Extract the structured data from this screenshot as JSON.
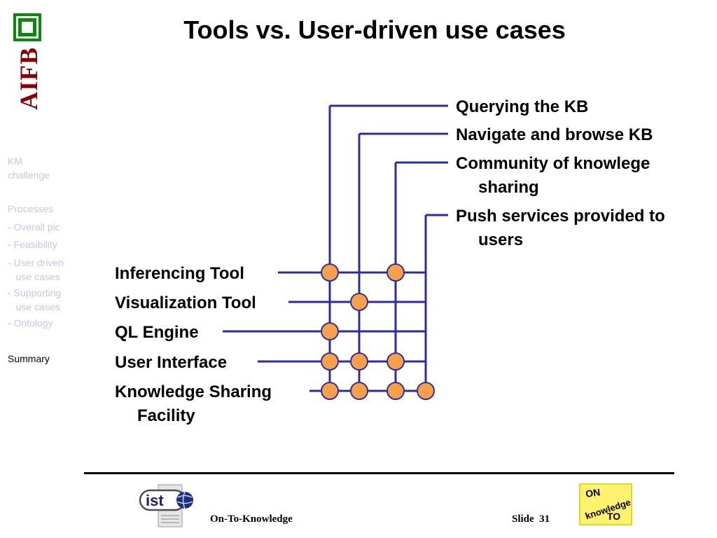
{
  "logo": {
    "text": "AIFB",
    "icon": "aifb-square-logo"
  },
  "title": "Tools vs. User-driven use cases",
  "sidebar": {
    "items": [
      {
        "label": "KM\nchallenge",
        "active": false
      },
      {
        "label": "Processes",
        "active": false
      },
      {
        "label": "- Overall pic",
        "active": false
      },
      {
        "label": "- Feasibility",
        "active": false
      },
      {
        "label": "- User driven\n   use cases",
        "active": false
      },
      {
        "label": "- Supporting\n   use cases",
        "active": false
      },
      {
        "label": "- Ontology",
        "active": false
      },
      {
        "label": "Summary",
        "active": true
      }
    ]
  },
  "diagram": {
    "use_cases": [
      {
        "id": "querying",
        "lines": [
          "Querying the KB"
        ]
      },
      {
        "id": "navigate",
        "lines": [
          "Navigate and browse KB"
        ]
      },
      {
        "id": "community",
        "lines": [
          "Community of knowlege",
          "sharing"
        ]
      },
      {
        "id": "push",
        "lines": [
          "Push services provided to",
          "users"
        ]
      }
    ],
    "tools": [
      {
        "id": "inferencing",
        "lines": [
          "Inferencing Tool"
        ]
      },
      {
        "id": "visualization",
        "lines": [
          "Visualization Tool"
        ]
      },
      {
        "id": "ql",
        "lines": [
          "QL Engine"
        ]
      },
      {
        "id": "ui",
        "lines": [
          "User Interface"
        ]
      },
      {
        "id": "ksf",
        "lines": [
          "Knowledge Sharing",
          "Facility"
        ]
      }
    ],
    "connections": [
      {
        "tool": "inferencing",
        "use_case": "querying"
      },
      {
        "tool": "inferencing",
        "use_case": "community"
      },
      {
        "tool": "visualization",
        "use_case": "navigate"
      },
      {
        "tool": "ql",
        "use_case": "querying"
      },
      {
        "tool": "ui",
        "use_case": "querying"
      },
      {
        "tool": "ui",
        "use_case": "navigate"
      },
      {
        "tool": "ui",
        "use_case": "community"
      },
      {
        "tool": "ksf",
        "use_case": "querying"
      },
      {
        "tool": "ksf",
        "use_case": "navigate"
      },
      {
        "tool": "ksf",
        "use_case": "community"
      },
      {
        "tool": "ksf",
        "use_case": "push"
      }
    ],
    "colors": {
      "line": "#2b2ba8",
      "node_fill": "#f7a04a",
      "node_stroke": "#3030a0"
    }
  },
  "footer": {
    "left": "On-To-Knowledge",
    "right": "Slide  31",
    "ist_logo": {
      "text": "ist",
      "icon": "ist-globe-logo"
    },
    "otk_logo": {
      "line1": "ON",
      "line2": "knowledge",
      "line3": "TO"
    }
  }
}
